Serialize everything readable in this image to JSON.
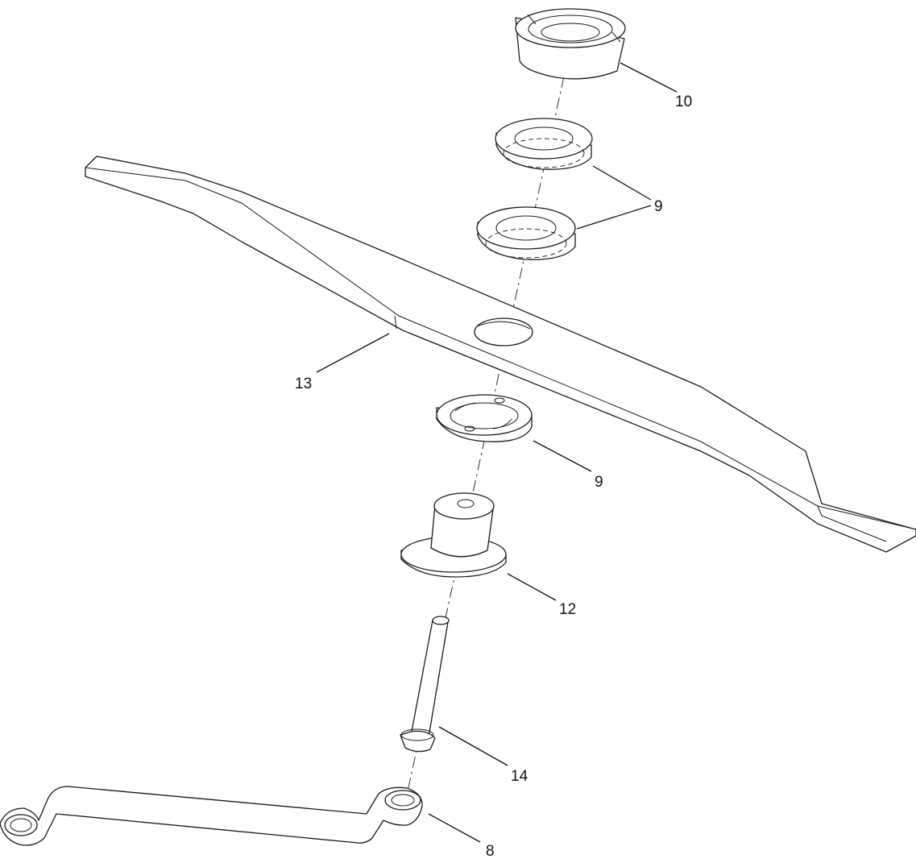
{
  "callouts": {
    "part_10": "10",
    "part_9_upper": "9",
    "part_13": "13",
    "part_9_lower": "9",
    "part_12": "12",
    "part_14": "14",
    "part_8": "8"
  }
}
